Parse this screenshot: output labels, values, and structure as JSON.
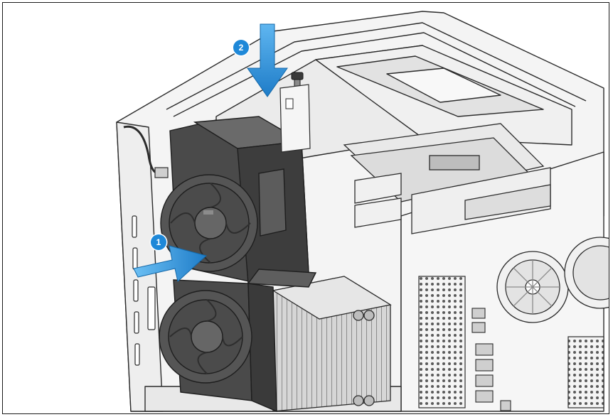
{
  "steps": [
    {
      "label": "1",
      "action": "push-fan-shroud-in"
    },
    {
      "label": "2",
      "action": "press-down-and-fasten-screw"
    }
  ],
  "colors": {
    "step_badge": "#1e88d8",
    "arrow_fill": "#1e88d8",
    "arrow_highlight": "#5fb6f0",
    "line_art": "#2b2b2b",
    "fan_fill": "#555555",
    "fan_dark": "#3e3e3e",
    "heatsink_fill": "#cfcfcf",
    "chassis_fill": "#f4f4f4"
  },
  "icons": [
    "push-arrow-icon",
    "down-arrow-icon",
    "screw-icon"
  ]
}
